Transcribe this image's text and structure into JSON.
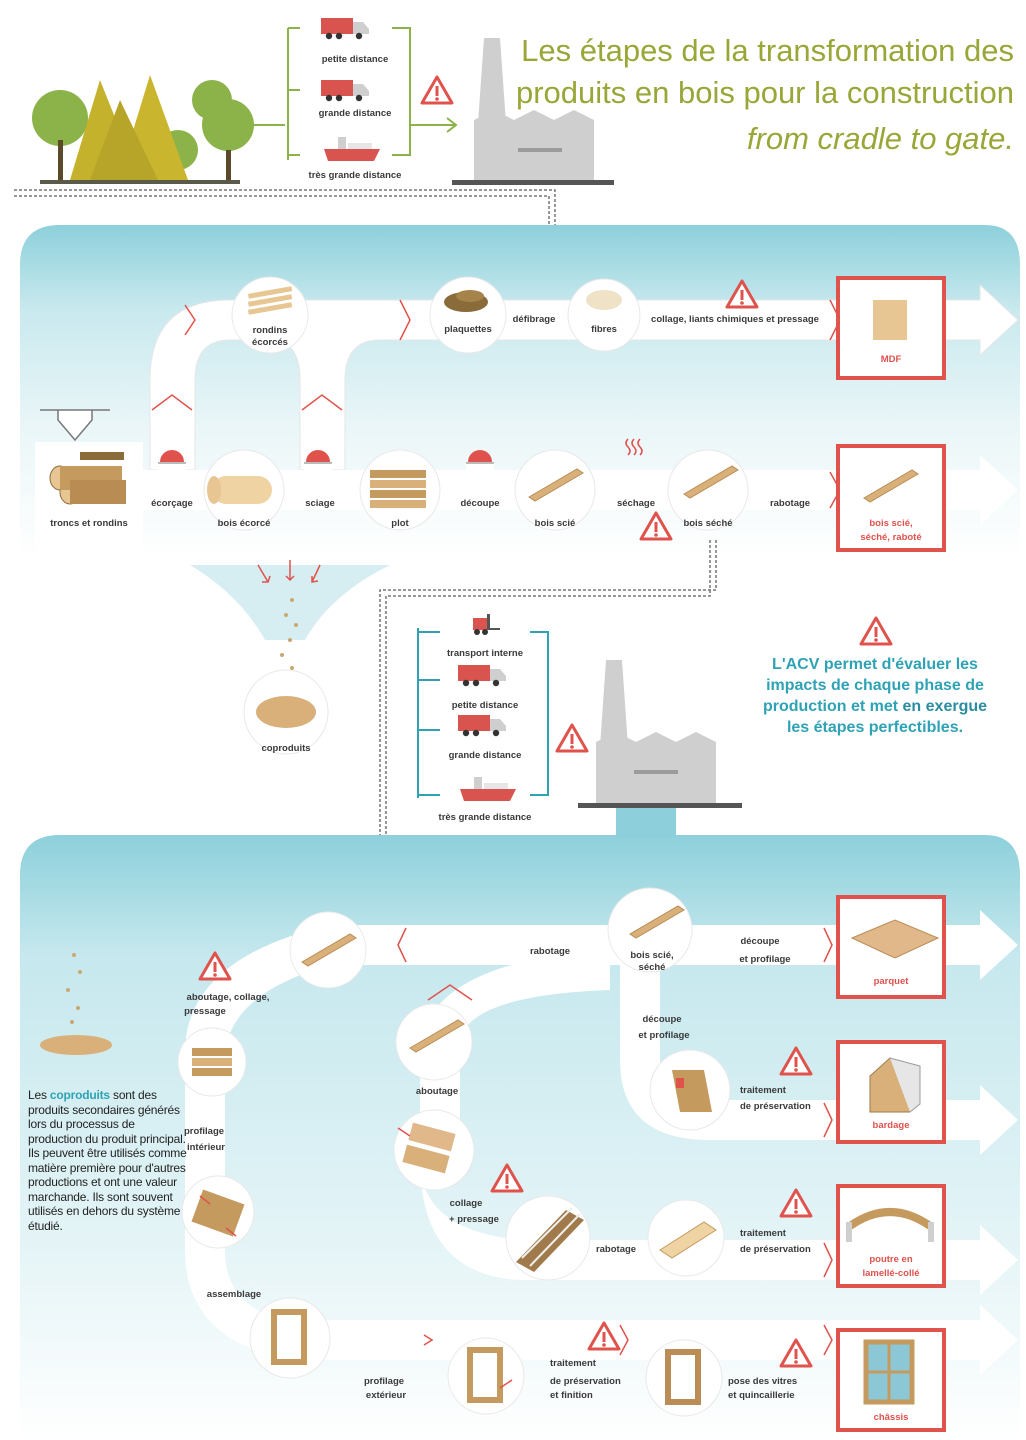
{
  "title": {
    "line1": "Les étapes de la transformation des",
    "line2": "produits en bois pour la construction",
    "line3": "from cradle to gate."
  },
  "transport_top": [
    "petite distance",
    "grande distance",
    "très grande distance"
  ],
  "transport_mid": [
    "transport interne",
    "petite distance",
    "grande distance",
    "très grande distance"
  ],
  "row1": {
    "rondins": [
      "rondins",
      "écorcés"
    ],
    "plaquettes": "plaquettes",
    "defibrage": "défibrage",
    "fibres": "fibres",
    "collage": "collage, liants chimiques et pressage",
    "product": "MDF"
  },
  "row2": {
    "troncs": "troncs et rondins",
    "ecorcage": "écorçage",
    "bois_ecorce": "bois écorcé",
    "sciage": "sciage",
    "plot": "plot",
    "decoupe": "découpe",
    "bois_scie": "bois scié",
    "sechage": "séchage",
    "bois_seche": "bois séché",
    "rabotage": "rabotage",
    "product": [
      "bois scié,",
      "séché, raboté"
    ]
  },
  "coproduits": "coproduits",
  "acv": {
    "line1": "L'ACV permet d'évaluer les",
    "line2": "impacts de chaque phase de",
    "line3a": "production et met ",
    "line3b": "en exergue",
    "line4": "les étapes perfectibles."
  },
  "lower": {
    "bois_scie_seche": [
      "bois scié,",
      "séché"
    ],
    "rabotage": "rabotage",
    "decoupe_profilage_right": [
      "découpe",
      "et profilage"
    ],
    "parquet": "parquet",
    "decoupe_profilage_down": [
      "découpe",
      "et profilage"
    ],
    "traitement1": [
      "traitement",
      "de préservation"
    ],
    "bardage": "bardage",
    "aboutage_collage": [
      "aboutage, collage,",
      "pressage"
    ],
    "aboutage": "aboutage",
    "profilage_interieur": [
      "profilage",
      "intérieur"
    ],
    "collage_pressage": [
      "collage",
      "+ pressage"
    ],
    "rabotage2": "rabotage",
    "traitement2": [
      "traitement",
      "de préservation"
    ],
    "poutre": [
      "poutre en",
      "lamellé-collé"
    ],
    "assemblage": "assemblage",
    "profilage_exterieur": [
      "profilage",
      "extérieur"
    ],
    "traitement3": [
      "traitement",
      "de préservation",
      "et finition"
    ],
    "pose": [
      "pose des vitres",
      "et quincaillerie"
    ],
    "chassis": "châssis"
  },
  "coproduits_text": {
    "highlight": "coproduits",
    "lead": "Les ",
    "body": "sont des produits secondaires générés lors du processus de production du produit principal. Ils peuvent être utilisés comme matière première pour d'autres productions et ont une valeur marchande. Ils sont souvent utilisés en dehors du système étudié."
  },
  "colors": {
    "title": "#9aa637",
    "teal_light": "#c9e8ee",
    "teal": "#8fcfd9",
    "accent_red": "#e0524c",
    "acv_text": "#2fa3b5",
    "truck_red": "#d9534f",
    "factory": "#c9c9c9"
  }
}
